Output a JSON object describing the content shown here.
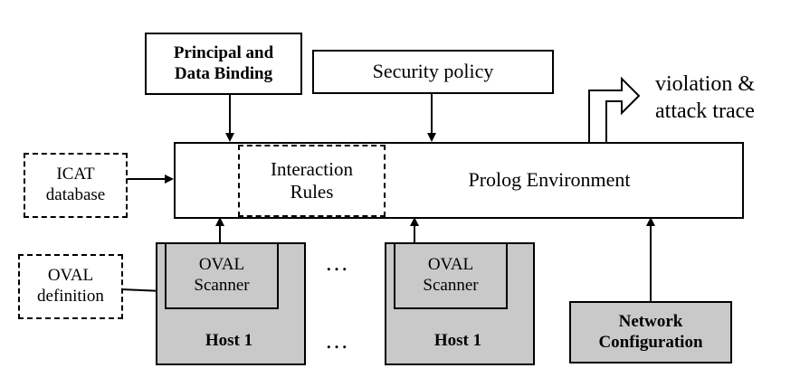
{
  "diagram": {
    "principal_binding": "Principal and\nData Binding",
    "security_policy": "Security policy",
    "output_label": "violation &\nattack trace",
    "icat_database": "ICAT\ndatabase",
    "interaction_rules": "Interaction\nRules",
    "prolog_environment": "Prolog Environment",
    "oval_definition": "OVAL\ndefinition",
    "oval_scanner_1": "OVAL\nScanner",
    "oval_scanner_2": "OVAL\nScanner",
    "host_1_label": "Host 1",
    "host_n_label": "Host 1",
    "ellipsis_top": "…",
    "ellipsis_bottom": "…",
    "network_configuration": "Network\nConfiguration"
  }
}
